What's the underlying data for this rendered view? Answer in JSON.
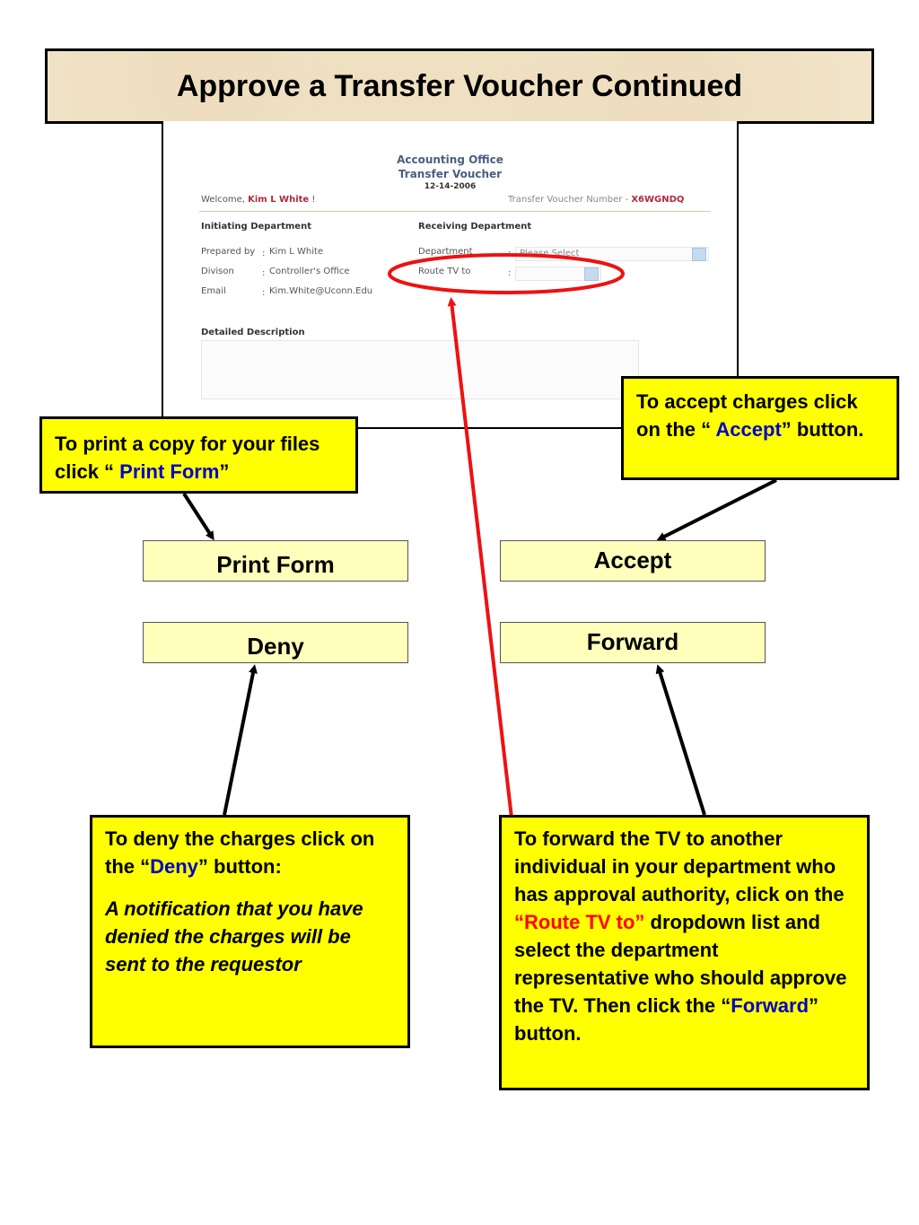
{
  "title": "Approve a Transfer Voucher Continued",
  "form": {
    "office": "Accounting Office",
    "doc_title": "Transfer Voucher",
    "date": "12-14-2006",
    "welcome_prefix": "Welcome, ",
    "welcome_name": "Kim L White",
    "welcome_suffix": " !",
    "tv_number_label": "Transfer Voucher Number - ",
    "tv_number_value": "X6WGNDQ",
    "initiating_heading": "Initiating Department",
    "receiving_heading": "Receiving Department",
    "prepared_by_label": "Prepared by",
    "prepared_by_value": "Kim L White",
    "division_label": "Divison",
    "division_value": "Controller's Office",
    "email_label": "Email",
    "email_value": "Kim.White@Uconn.Edu",
    "department_label": "Department",
    "department_value": "Please Select",
    "route_label": "Route TV to",
    "route_value": "",
    "colon": ":",
    "description_heading": "Detailed Description",
    "description_value": ""
  },
  "buttons": {
    "print": "Print Form",
    "accept": "Accept",
    "deny": "Deny",
    "forward": "Forward"
  },
  "callouts": {
    "print": {
      "p1": "To print a copy for your files click “ ",
      "link": "Print Form",
      "p2": "”"
    },
    "accept": {
      "p1": "To accept charges click on the “ ",
      "link": "Accept",
      "p2": "” button."
    },
    "deny": {
      "p1": "To deny the charges click on the “",
      "link": "Deny",
      "p2": "” button:",
      "note": "A notification that you have denied the charges will be sent to the requestor"
    },
    "forward": {
      "p1": "To forward the TV to another individual in your department who has approval authority, click on the ",
      "route": "“Route TV to”",
      "p2": " dropdown list and select the department representative who should approve the TV. Then click the “",
      "link": "Forward",
      "p3": "” button."
    }
  },
  "colors": {
    "callout_bg": "#ffff00",
    "button_bg": "#ffffbb",
    "title_bg": "#f6ead2",
    "link_blue": "#0000cc",
    "highlight_red": "#ff0000",
    "arrow_red": "#ee1111"
  },
  "icons": [
    "dropdown-arrow-icon",
    "arrow-icon",
    "highlight-ellipse"
  ]
}
